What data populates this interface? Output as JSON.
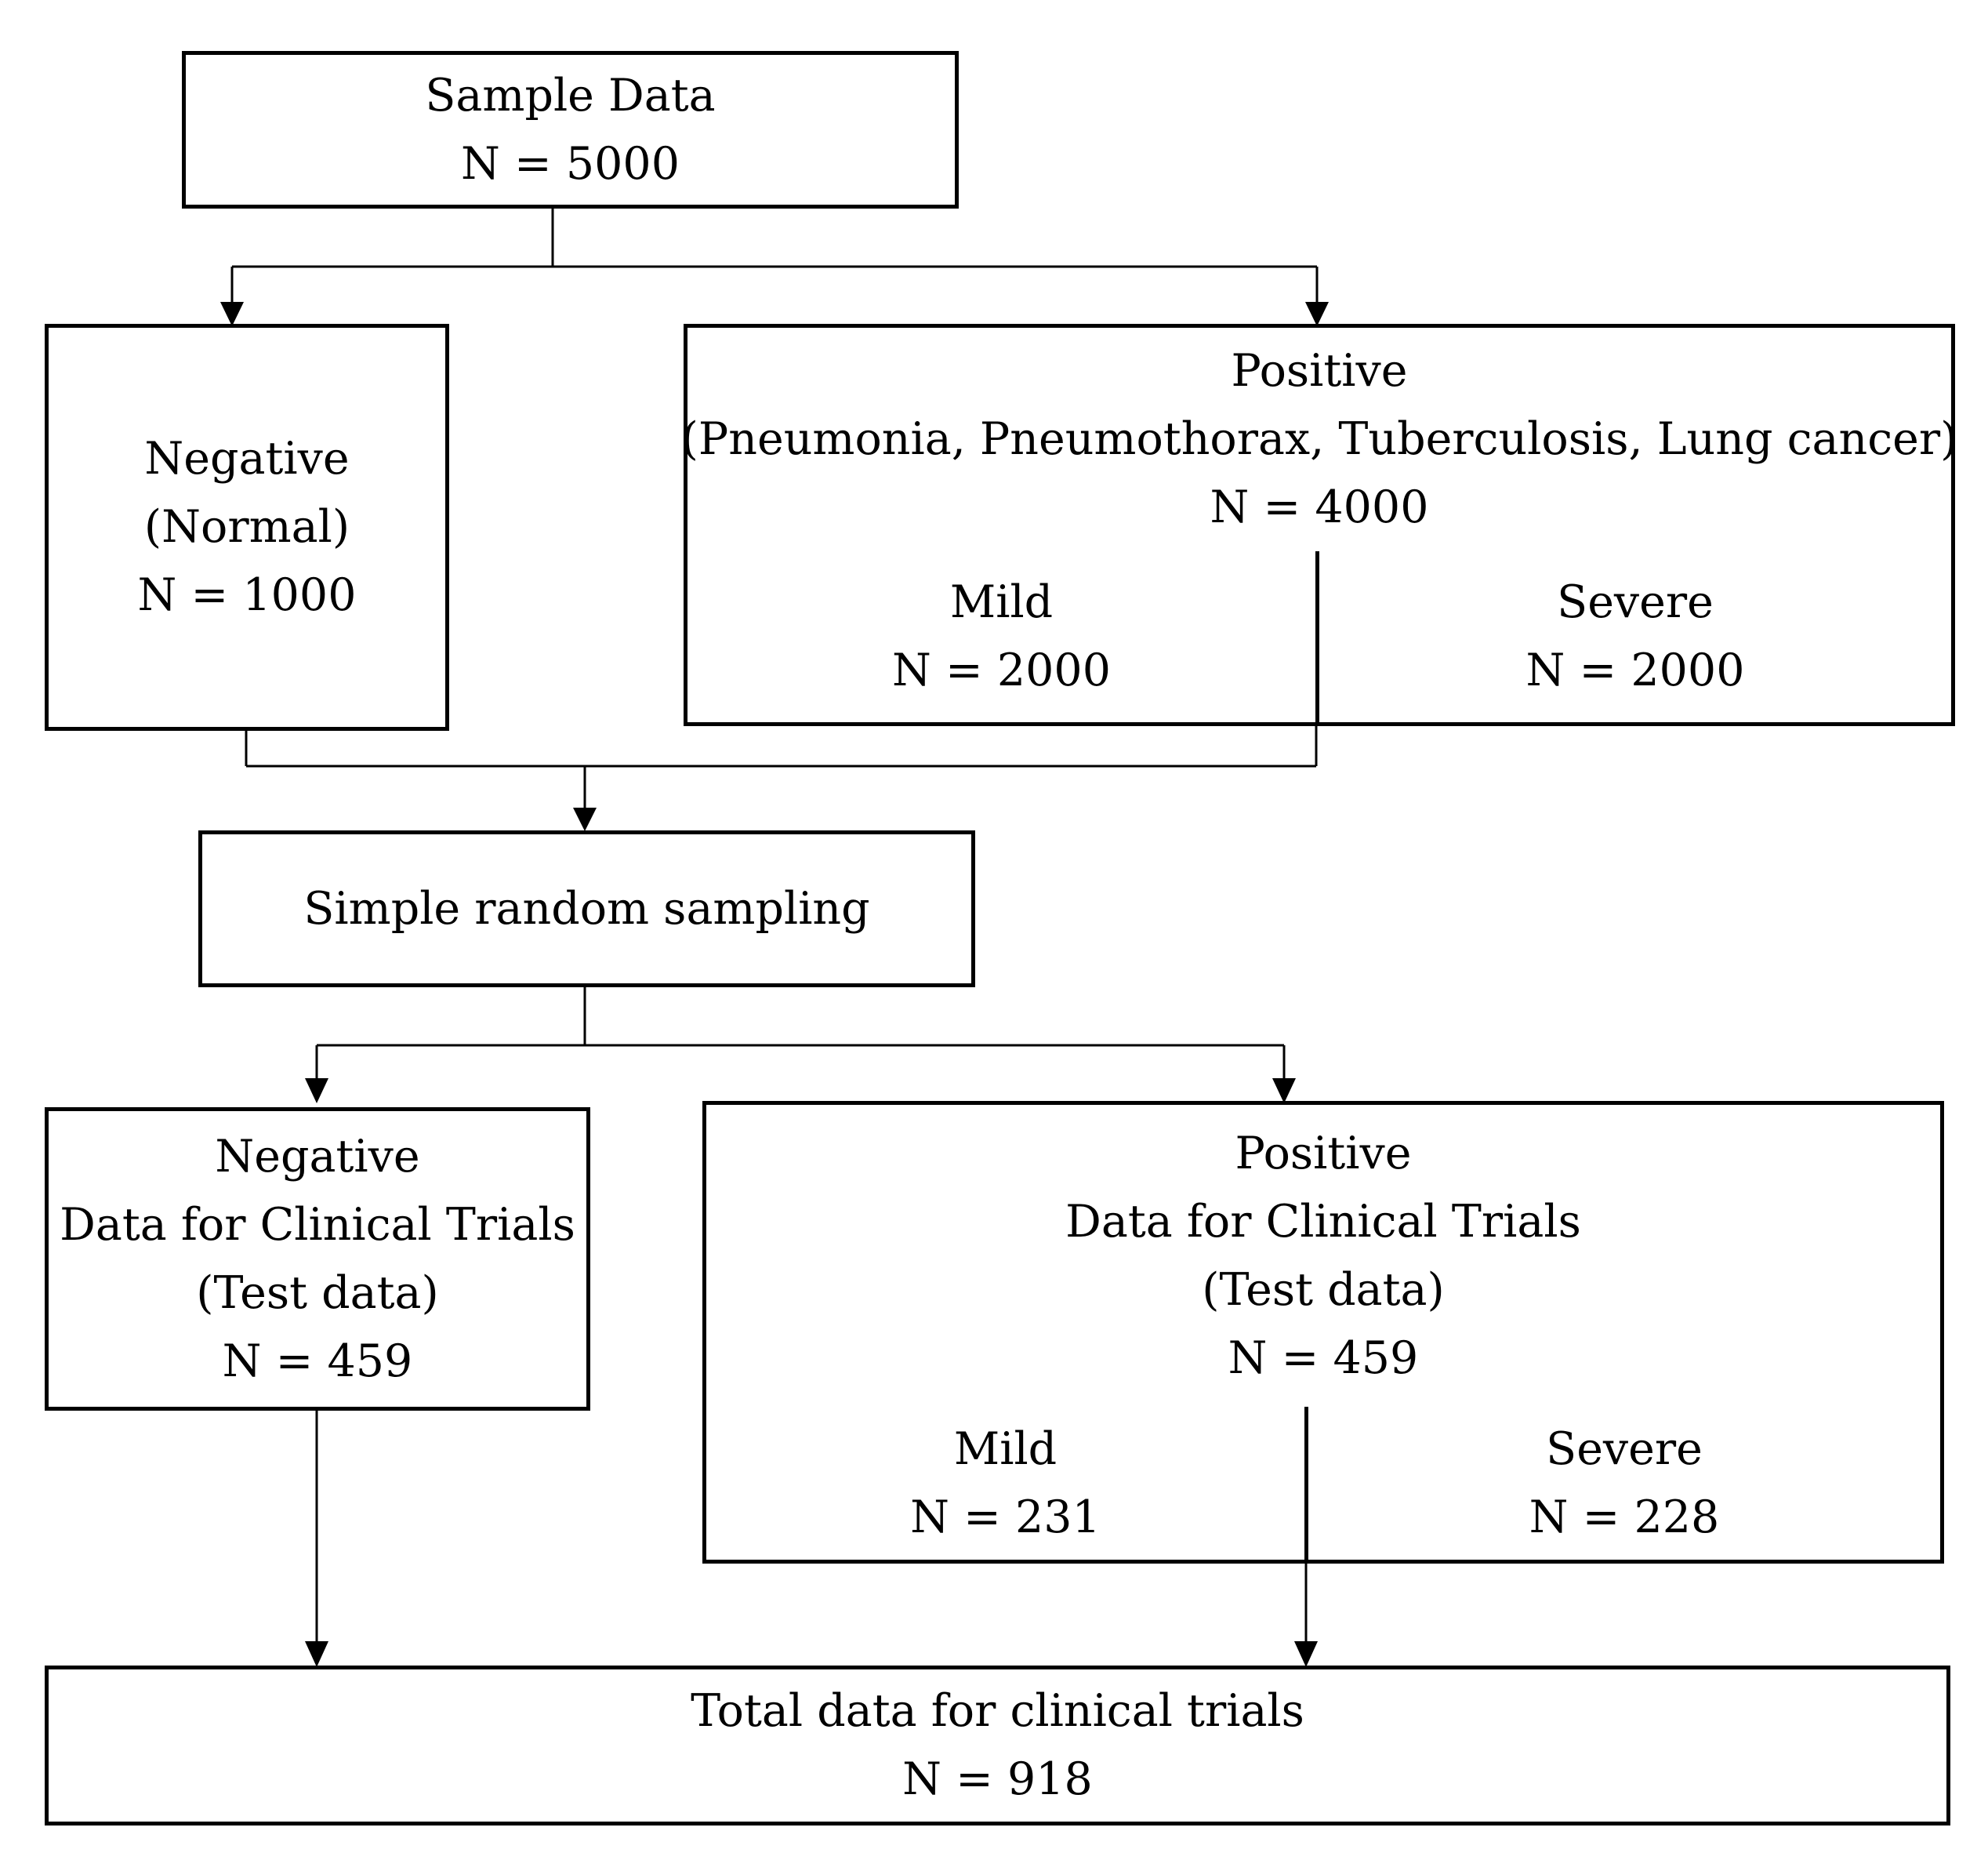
{
  "diagram": {
    "sample": {
      "title": "Sample Data",
      "count": "N = 5000"
    },
    "negative": {
      "title": "Negative",
      "subtitle": "(Normal)",
      "count": "N = 1000"
    },
    "positive": {
      "title": "Positive",
      "subtitle": "(Pneumonia, Pneumothorax, Tuberculosis, Lung cancer)",
      "count": "N = 4000",
      "mild": {
        "title": "Mild",
        "count": "N = 2000"
      },
      "severe": {
        "title": "Severe",
        "count": "N = 2000"
      }
    },
    "sampling": {
      "title": "Simple random sampling"
    },
    "negative_test": {
      "title": "Negative",
      "line2": "Data for Clinical Trials",
      "line3": "(Test data)",
      "count": "N = 459"
    },
    "positive_test": {
      "title": "Positive",
      "line2": "Data for Clinical Trials",
      "line3": "(Test data)",
      "count": "N = 459",
      "mild": {
        "title": "Mild",
        "count": "N = 231"
      },
      "severe": {
        "title": "Severe",
        "count": "N = 228"
      }
    },
    "total": {
      "title": "Total data for clinical trials",
      "count": "N = 918"
    }
  }
}
